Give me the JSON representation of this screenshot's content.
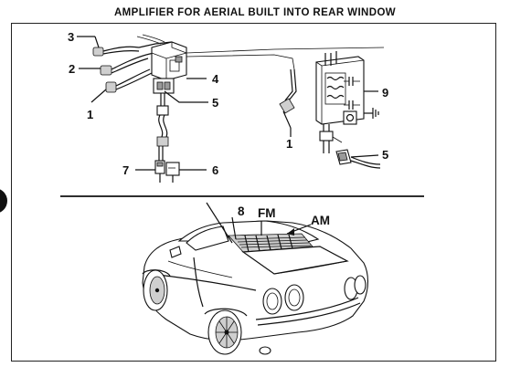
{
  "title": "AMPLIFIER FOR AERIAL BUILT INTO REAR WINDOW",
  "callouts": {
    "c1a": "1",
    "c1b": "1",
    "c2": "2",
    "c3": "3",
    "c4": "4",
    "c5a": "5",
    "c5b": "5",
    "c6": "6",
    "c7": "7",
    "c8": "8",
    "c9": "9",
    "fm": "FM",
    "am": "AM"
  }
}
